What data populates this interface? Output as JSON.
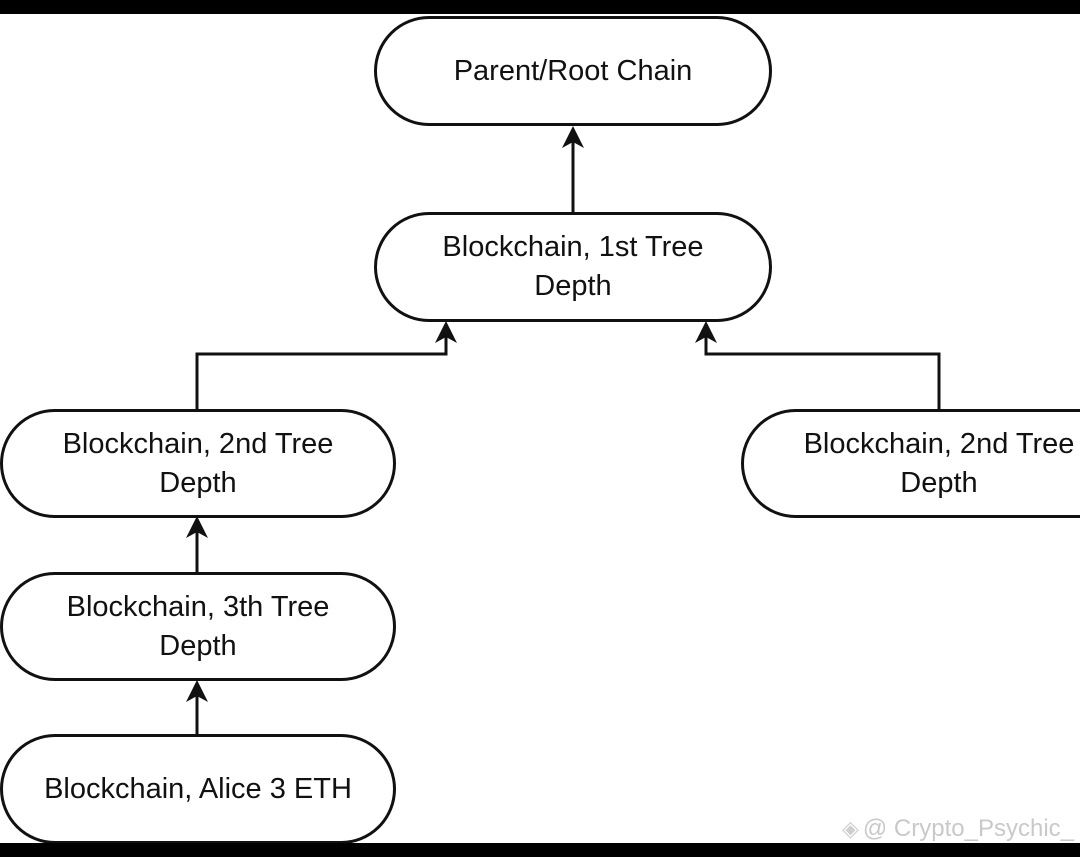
{
  "diagram": {
    "nodes": [
      {
        "id": "root",
        "label": "Parent/Root Chain"
      },
      {
        "id": "depth1",
        "label": "Blockchain, 1st Tree Depth"
      },
      {
        "id": "depth2_left",
        "label": "Blockchain, 2nd Tree Depth"
      },
      {
        "id": "depth2_right",
        "label": "Blockchain, 2nd Tree Depth"
      },
      {
        "id": "depth3",
        "label": "Blockchain, 3th Tree Depth"
      },
      {
        "id": "leaf",
        "label": "Blockchain, Alice 3 ETH"
      }
    ],
    "edges": [
      {
        "from": "depth1",
        "to": "root"
      },
      {
        "from": "depth2_left",
        "to": "depth1"
      },
      {
        "from": "depth2_right",
        "to": "depth1"
      },
      {
        "from": "depth3",
        "to": "depth2_left"
      },
      {
        "from": "leaf",
        "to": "depth3"
      }
    ]
  },
  "watermark": {
    "text": "@ Crypto_Psychic_",
    "icon": "binance-diamond-icon",
    "color": "#c9c9c9"
  },
  "colors": {
    "frame": "#000000",
    "background": "#ffffff",
    "stroke": "#111111"
  }
}
